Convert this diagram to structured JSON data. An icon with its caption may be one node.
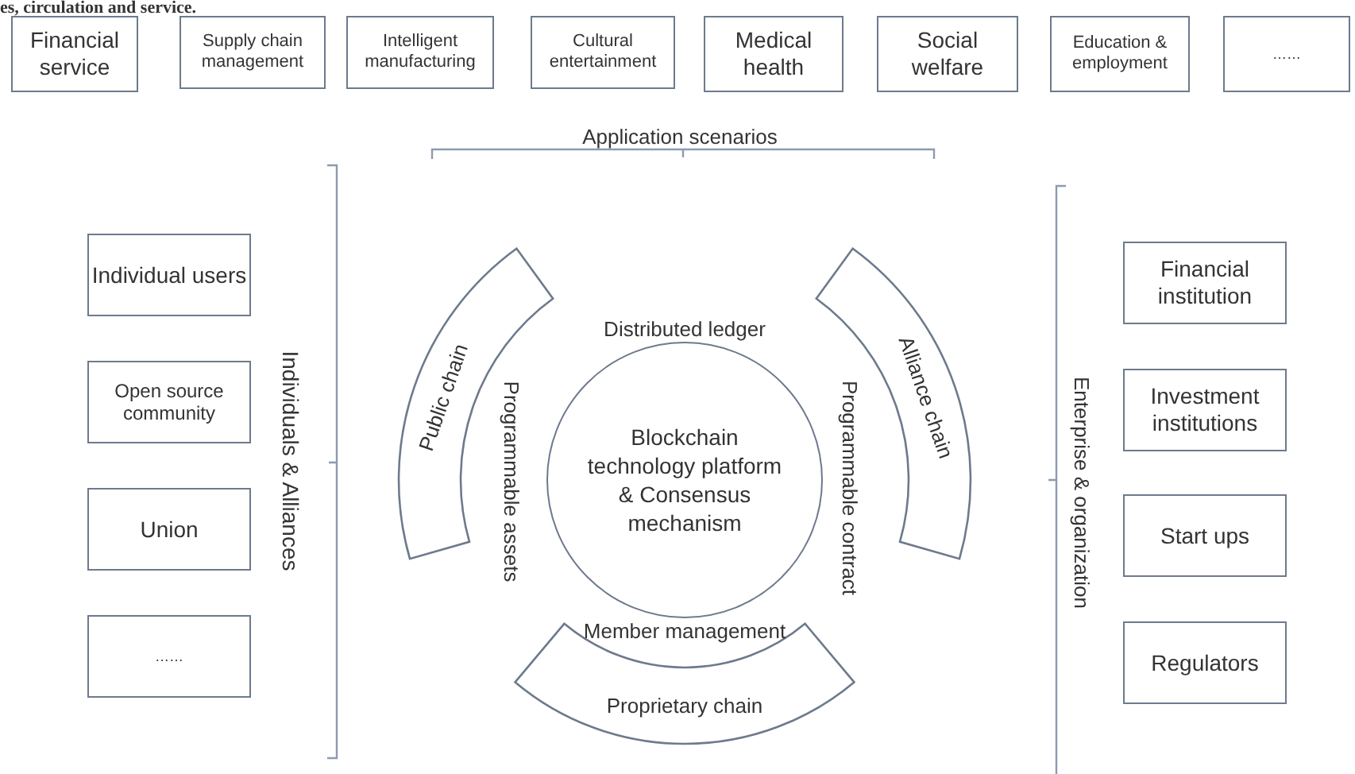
{
  "diagram": {
    "nodes": [
      {
        "text": [
          "Financial service"
        ]
      },
      {
        "text": [
          "Supply chain management"
        ]
      },
      {
        "text": [
          "Intelligent manufacturing"
        ]
      },
      {
        "text": [
          "Cultural entertainment"
        ]
      },
      {
        "text": [
          "Medical health"
        ]
      },
      {
        "text": [
          "Social welfare"
        ]
      },
      {
        "text": [
          "Education & employment"
        ]
      },
      {
        "text": [
          "……"
        ]
      },
      {
        "text": [
          "Individual users"
        ]
      },
      {
        "text": [
          "Open source community"
        ]
      },
      {
        "text": [
          "Union"
        ]
      },
      {
        "text": [
          "……"
        ]
      },
      {
        "text": [
          "Public chain"
        ]
      },
      {
        "text": [
          "Alliance chain"
        ]
      },
      {
        "text": [
          "Blockchain technology platform & Consensus mechanism"
        ]
      },
      {
        "text": [
          "Proprietary chain"
        ]
      },
      {
        "text": [
          "Financial institution"
        ]
      },
      {
        "text": [
          "Investment institutions"
        ]
      },
      {
        "text": [
          "Start ups"
        ]
      },
      {
        "text": [
          "Regulators"
        ]
      }
    ],
    "labels": [
      "es, circulation and service.",
      "Application scenarios",
      "Individuals & Alliances",
      "Distributed ledger",
      "Programmable assets",
      "Programmable contract",
      "Member management",
      "Enterprise & organization"
    ]
  }
}
